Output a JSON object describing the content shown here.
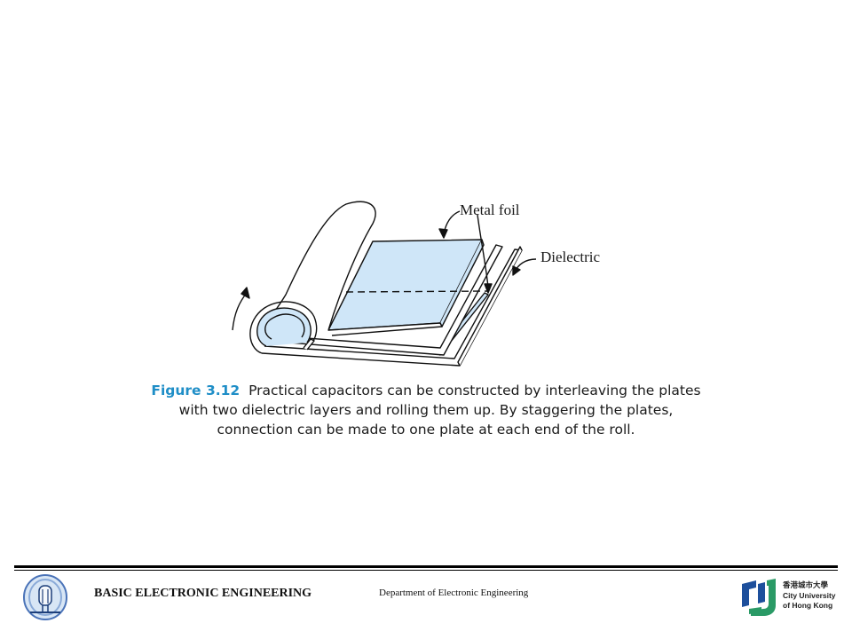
{
  "figure": {
    "label_metal_foil": "Metal foil",
    "label_dielectric": "Dielectric"
  },
  "caption": {
    "number": "Figure 3.12",
    "text_line1": "Practical capacitors can be constructed by interleaving the plates",
    "text_line2": "with two dielectric layers and rolling them up. By staggering the plates,",
    "text_line3": "connection can be made to one plate at each end of the roll."
  },
  "footer": {
    "course_title": "BASIC ELECTRONIC ENGINEERING",
    "department": "Department of Electronic Engineering",
    "university_cn": "香港城市大學",
    "university_en_1": "City University",
    "university_en_2": "of Hong Kong"
  },
  "colors": {
    "foil_fill": "#cfe6f8",
    "caption_accent": "#1f8ec7",
    "logo_blue": "#1d4f9c",
    "logo_green": "#2a9a66"
  }
}
